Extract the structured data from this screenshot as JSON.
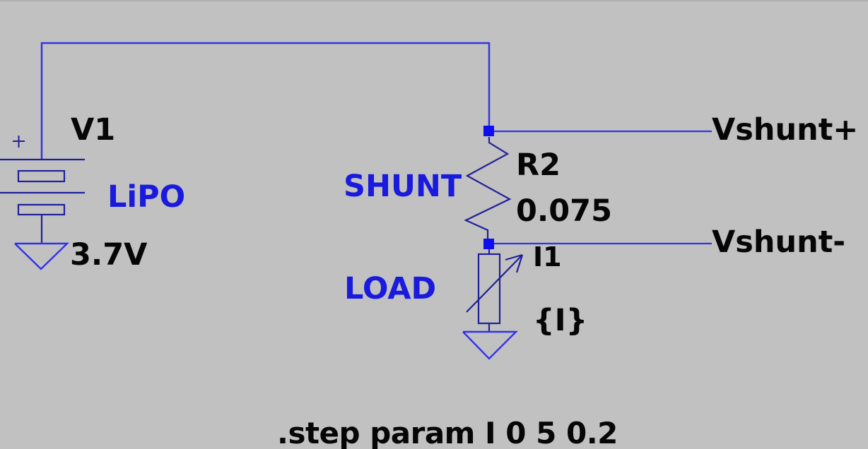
{
  "colors": {
    "background": "#c1c1c1",
    "wire": "#3434e4",
    "component": "#20209a",
    "junction": "#0d0df0",
    "ground": "#3232ee",
    "comment_text": "#1a1adf",
    "label_text": "#060606"
  },
  "components": {
    "battery": {
      "name": "V1",
      "value": "3.7V",
      "comment": "LiPO"
    },
    "shunt_resistor": {
      "name": "R2",
      "value": "0.075",
      "comment": "SHUNT"
    },
    "load_current_source": {
      "name": "I1",
      "value": "{I}",
      "comment": "LOAD"
    }
  },
  "net_labels": {
    "plus": "Vshunt+",
    "minus": "Vshunt-"
  },
  "spice_directive": ".step param I 0 5 0.2"
}
